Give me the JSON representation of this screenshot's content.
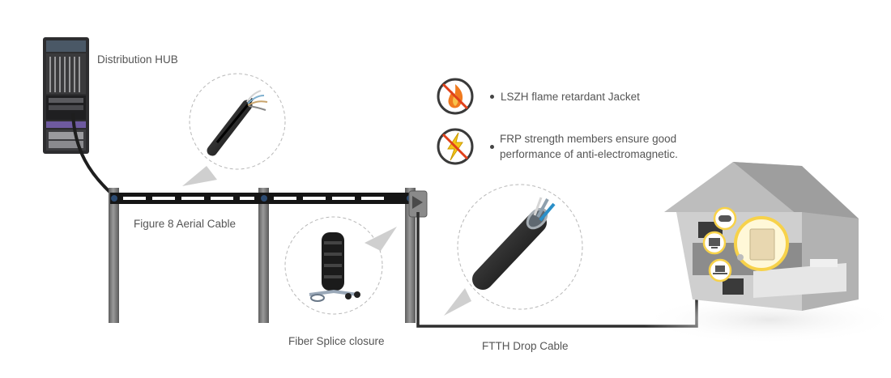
{
  "labels": {
    "distribution_hub": "Distribution HUB",
    "aerial_cable": "Figure 8 Aerial Cable",
    "splice_closure": "Fiber Splice closure",
    "drop_cable": "FTTH Drop Cable"
  },
  "features": [
    {
      "icon": "flame-icon",
      "text": "LSZH flame retardant Jacket"
    },
    {
      "icon": "lightning-icon",
      "text_line1": "FRP strength members ensure good",
      "text_line2": "performance of anti-electromagnetic."
    }
  ],
  "colors": {
    "accent": "#f5a623",
    "prohibit_red": "#e0401a",
    "cable": "#2b2b2b",
    "pole": "#7a7a7a",
    "house": "#c4c4c4",
    "highlight": "#f7d24a"
  }
}
